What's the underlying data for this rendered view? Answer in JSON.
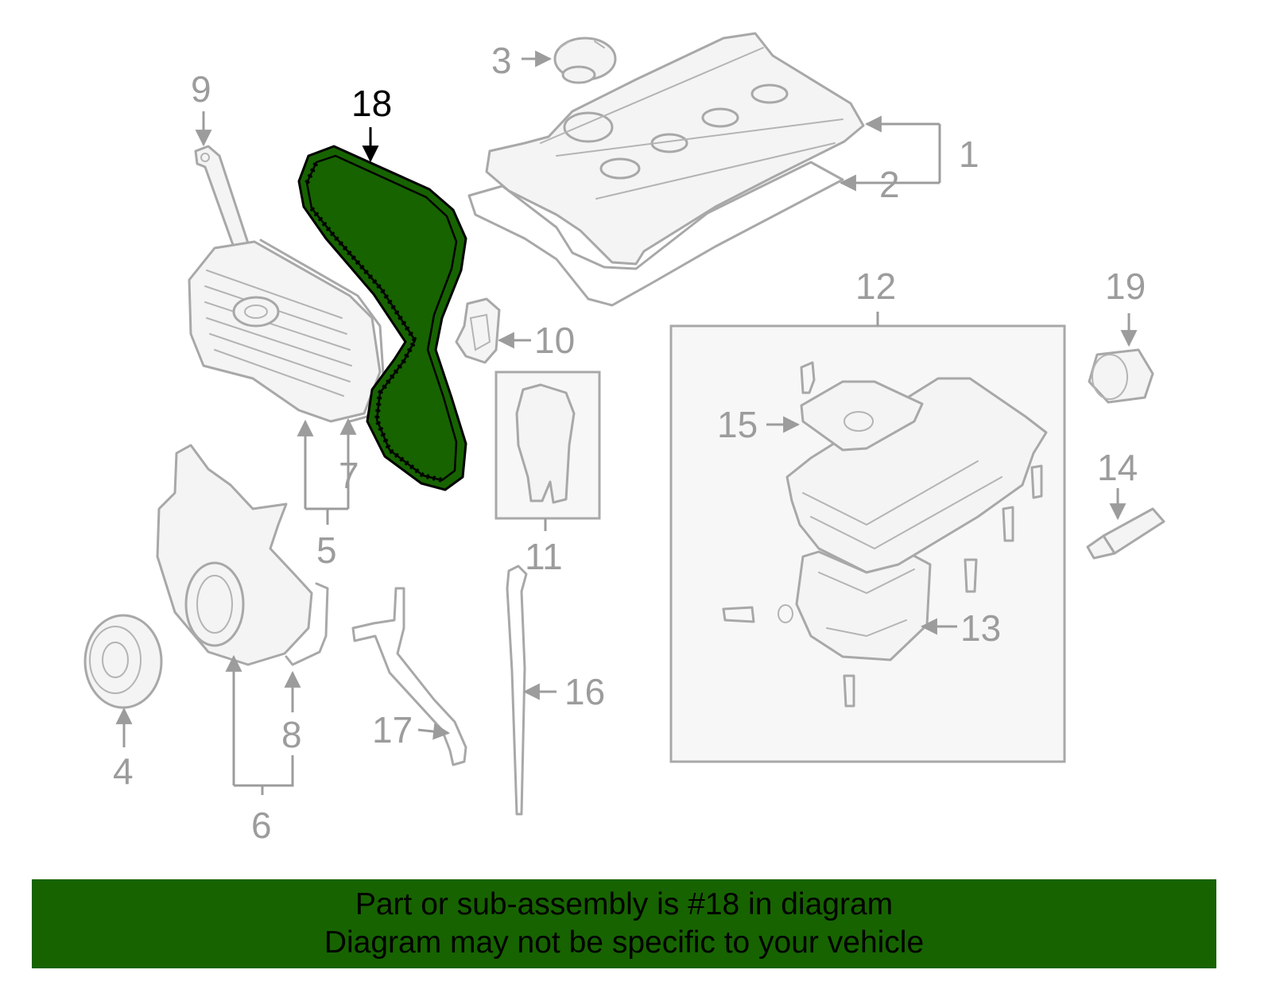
{
  "diagram": {
    "highlighted_part": "18",
    "callouts": {
      "c1": "1",
      "c2": "2",
      "c3": "3",
      "c4": "4",
      "c5": "5",
      "c6": "6",
      "c7": "7",
      "c8": "8",
      "c9": "9",
      "c10": "10",
      "c11": "11",
      "c12": "12",
      "c13": "13",
      "c14": "14",
      "c15": "15",
      "c16": "16",
      "c17": "17",
      "c18": "18",
      "c19": "19"
    },
    "colors": {
      "highlight": "#176300",
      "parts": "#a8a8a8",
      "labels": "#9c9c9c"
    }
  },
  "banner": {
    "line1": "Part or sub-assembly is #18 in diagram",
    "line2": "Diagram may not be specific to your vehicle"
  }
}
